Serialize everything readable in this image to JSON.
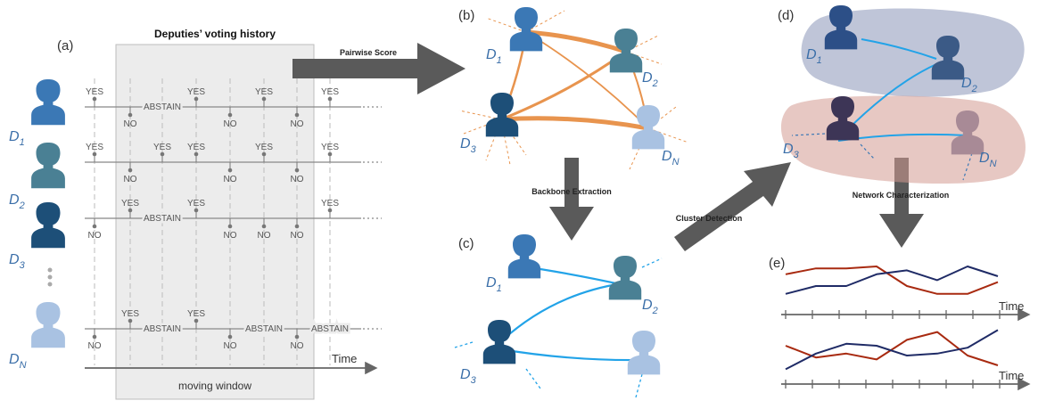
{
  "colors": {
    "d1": "#3b78b5",
    "d2": "#4a8094",
    "d3": "#1d4f78",
    "dn": "#a9c2e2",
    "pairwise": "#e8944e",
    "backbone": "#22a3e8",
    "arrow": "#5a5a5a",
    "cluster_top": "#8a96b8",
    "cluster_bottom": "#d49a92",
    "ts_red": "#a82a10",
    "ts_navy": "#1f2b66"
  },
  "icons": {
    "deputy": "person-icon"
  },
  "panel_a": {
    "label": "(a)",
    "title": "Deputies’ voting history",
    "window_label": "moving window",
    "time_label": "Time",
    "deputies": [
      {
        "sym": "D",
        "sub": "1"
      },
      {
        "sym": "D",
        "sub": "2"
      },
      {
        "sym": "D",
        "sub": "3"
      },
      {
        "sym": "D",
        "sub": "N"
      }
    ],
    "vote_rows": [
      [
        {
          "v": "YES",
          "up": true
        },
        {
          "v": "NO",
          "up": false
        },
        {
          "v": "ABSTAIN",
          "up": null
        },
        {
          "v": "YES",
          "up": true
        },
        {
          "v": "NO",
          "up": false
        },
        {
          "v": "YES",
          "up": true
        },
        {
          "v": "NO",
          "up": false
        },
        {
          "v": "YES",
          "up": true
        }
      ],
      [
        {
          "v": "YES",
          "up": true
        },
        {
          "v": "NO",
          "up": false
        },
        {
          "v": "YES",
          "up": true
        },
        {
          "v": "YES",
          "up": true
        },
        {
          "v": "NO",
          "up": false
        },
        {
          "v": "YES",
          "up": true
        },
        {
          "v": "NO",
          "up": false
        },
        {
          "v": "YES",
          "up": true
        }
      ],
      [
        {
          "v": "NO",
          "up": false
        },
        {
          "v": "YES",
          "up": true
        },
        {
          "v": "ABSTAIN",
          "up": null
        },
        {
          "v": "YES",
          "up": true
        },
        {
          "v": "NO",
          "up": false
        },
        {
          "v": "NO",
          "up": false
        },
        {
          "v": "NO",
          "up": false
        },
        {
          "v": "YES",
          "up": true
        }
      ],
      [
        {
          "v": "NO",
          "up": false
        },
        {
          "v": "YES",
          "up": true
        },
        {
          "v": "ABSTAIN",
          "up": null
        },
        {
          "v": "YES",
          "up": true
        },
        {
          "v": "NO",
          "up": false
        },
        {
          "v": "ABSTAIN",
          "up": null
        },
        {
          "v": "NO",
          "up": false
        },
        {
          "v": "ABSTAIN",
          "up": null
        }
      ]
    ]
  },
  "arrows": {
    "a_to_b": "Pairwise Score",
    "b_to_c": "Backbone Extraction",
    "c_to_d": "Cluster Detection",
    "d_to_e": "Network Characterization"
  },
  "panel_b": {
    "label": "(b)"
  },
  "panel_c": {
    "label": "(c)"
  },
  "panel_d": {
    "label": "(d)"
  },
  "panel_e": {
    "label": "(e)",
    "time_label": "Time"
  },
  "timeseries": {
    "top": {
      "red": [
        3.2,
        3.8,
        3.8,
        4.0,
        2.0,
        1.2,
        1.2,
        2.4
      ],
      "navy": [
        1.2,
        2.0,
        2.0,
        3.2,
        3.6,
        2.6,
        4.0,
        3.0
      ]
    },
    "bottom": {
      "red": [
        3.0,
        1.8,
        2.2,
        1.6,
        3.6,
        4.4,
        2.0,
        1.0
      ],
      "navy": [
        0.6,
        2.2,
        3.2,
        3.0,
        2.0,
        2.2,
        2.8,
        4.6
      ]
    }
  }
}
